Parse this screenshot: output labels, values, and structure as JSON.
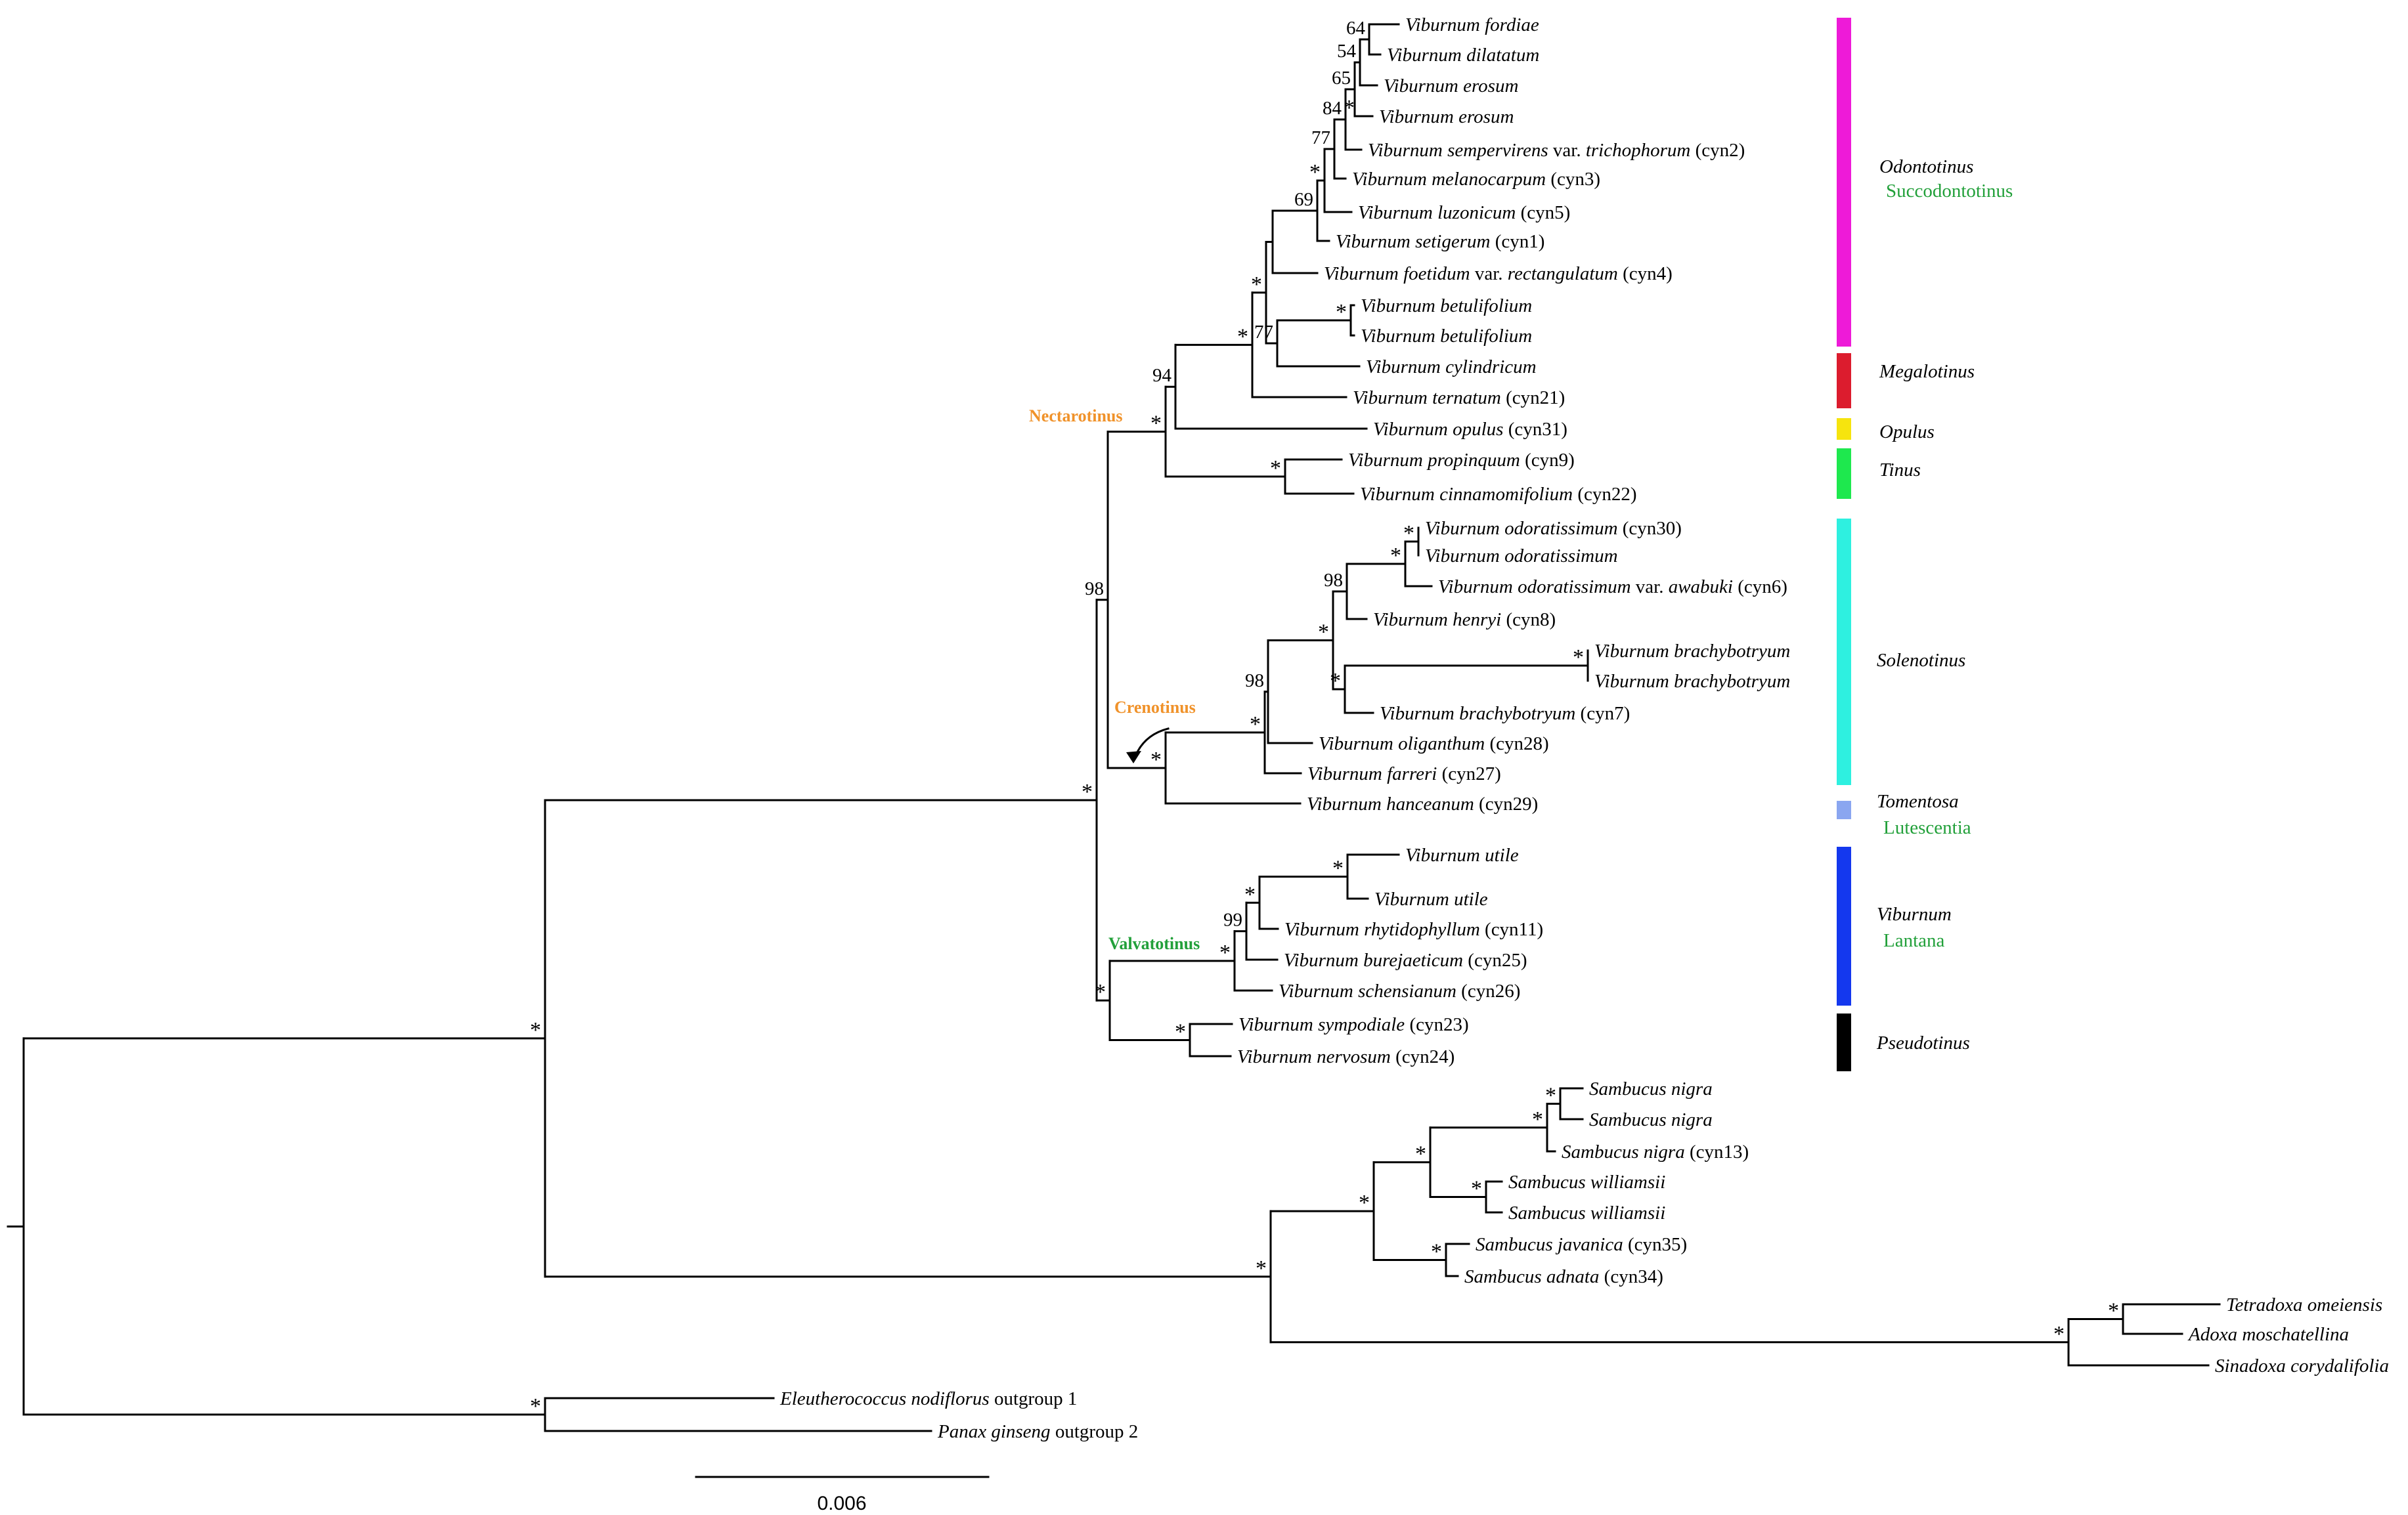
{
  "tips": [
    {
      "id": "t1",
      "name": "Viburnum fordiae",
      "suffix": ""
    },
    {
      "id": "t2",
      "name": "Viburnum dilatatum",
      "suffix": ""
    },
    {
      "id": "t3",
      "name": "Viburnum erosum",
      "suffix": ""
    },
    {
      "id": "t4",
      "name": "Viburnum erosum",
      "suffix": ""
    },
    {
      "id": "t5",
      "name": "Viburnum sempervirens",
      "mid": " var. ",
      "name2": "trichophorum",
      "suffix": " (cyn2)"
    },
    {
      "id": "t6",
      "name": "Viburnum melanocarpum",
      "suffix": " (cyn3)"
    },
    {
      "id": "t7",
      "name": "Viburnum luzonicum",
      "suffix": " (cyn5)"
    },
    {
      "id": "t8",
      "name": "Viburnum setigerum",
      "suffix": " (cyn1)"
    },
    {
      "id": "t9",
      "name": "Viburnum foetidum",
      "mid": " var. ",
      "name2": "rectangulatum",
      "suffix": " (cyn4)"
    },
    {
      "id": "t10",
      "name": "Viburnum betulifolium",
      "suffix": ""
    },
    {
      "id": "t11",
      "name": "Viburnum betulifolium",
      "suffix": ""
    },
    {
      "id": "t12",
      "name": "Viburnum cylindricum",
      "suffix": ""
    },
    {
      "id": "t13",
      "name": "Viburnum ternatum",
      "suffix": " (cyn21)"
    },
    {
      "id": "t14",
      "name": "Viburnum opulus",
      "suffix": " (cyn31)"
    },
    {
      "id": "t15",
      "name": "Viburnum propinquum",
      "suffix": " (cyn9)"
    },
    {
      "id": "t16",
      "name": "Viburnum cinnamomifolium",
      "suffix": " (cyn22)"
    },
    {
      "id": "t17",
      "name": "Viburnum odoratissimum",
      "suffix": " (cyn30)"
    },
    {
      "id": "t18",
      "name": "Viburnum odoratissimum",
      "suffix": ""
    },
    {
      "id": "t19",
      "name": "Viburnum odoratissimum",
      "mid": " var. ",
      "name2": "awabuki",
      "suffix": " (cyn6)"
    },
    {
      "id": "t20",
      "name": "Viburnum henryi",
      "suffix": " (cyn8)"
    },
    {
      "id": "t21",
      "name": "Viburnum brachybotryum",
      "suffix": ""
    },
    {
      "id": "t22",
      "name": "Viburnum brachybotryum",
      "suffix": ""
    },
    {
      "id": "t23",
      "name": "Viburnum brachybotryum",
      "suffix": " (cyn7)"
    },
    {
      "id": "t24",
      "name": "Viburnum oliganthum",
      "suffix": " (cyn28)"
    },
    {
      "id": "t25",
      "name": "Viburnum farreri",
      "suffix": " (cyn27)"
    },
    {
      "id": "t26",
      "name": "Viburnum hanceanum",
      "suffix": " (cyn29)"
    },
    {
      "id": "t27",
      "name": "Viburnum utile",
      "suffix": ""
    },
    {
      "id": "t28",
      "name": "Viburnum utile",
      "suffix": ""
    },
    {
      "id": "t29",
      "name": "Viburnum rhytidophyllum",
      "suffix": " (cyn11)"
    },
    {
      "id": "t30",
      "name": "Viburnum burejaeticum",
      "suffix": " (cyn25)"
    },
    {
      "id": "t31",
      "name": "Viburnum schensianum",
      "suffix": " (cyn26)"
    },
    {
      "id": "t32",
      "name": "Viburnum sympodiale",
      "suffix": " (cyn23)"
    },
    {
      "id": "t33",
      "name": "Viburnum nervosum",
      "suffix": " (cyn24)"
    },
    {
      "id": "t34",
      "name": "Sambucus nigra",
      "suffix": ""
    },
    {
      "id": "t35",
      "name": "Sambucus nigra",
      "suffix": ""
    },
    {
      "id": "t36",
      "name": "Sambucus nigra",
      "suffix": " (cyn13)"
    },
    {
      "id": "t37",
      "name": "Sambucus williamsii",
      "suffix": ""
    },
    {
      "id": "t38",
      "name": "Sambucus williamsii",
      "suffix": ""
    },
    {
      "id": "t39",
      "name": "Sambucus javanica",
      "suffix": " (cyn35)"
    },
    {
      "id": "t40",
      "name": "Sambucus adnata",
      "suffix": " (cyn34)"
    },
    {
      "id": "t41",
      "name": "Tetradoxa omeiensis",
      "suffix": ""
    },
    {
      "id": "t42",
      "name": "Adoxa moschatellina",
      "suffix": ""
    },
    {
      "id": "t43",
      "name": "Sinadoxa corydalifolia",
      "suffix": ""
    },
    {
      "id": "t44",
      "name": "Eleutherococcus nodiflorus",
      "suffix": " outgroup 1"
    },
    {
      "id": "t45",
      "name": "Panax ginseng",
      "suffix": " outgroup 2"
    }
  ],
  "support": [
    {
      "node": "n_fd",
      "text": "64"
    },
    {
      "node": "n_fde",
      "text": "54"
    },
    {
      "node": "n_er",
      "text": "*"
    },
    {
      "node": "n_c4",
      "text": "65"
    },
    {
      "node": "n_c5",
      "text": "84"
    },
    {
      "node": "n_c6",
      "text": "77"
    },
    {
      "node": "n_c7",
      "text": "*"
    },
    {
      "node": "n_c8",
      "text": "69"
    },
    {
      "node": "n_bet",
      "text": "*"
    },
    {
      "node": "n_bc",
      "text": "77"
    },
    {
      "node": "n_od1",
      "text": "*"
    },
    {
      "node": "n_od2",
      "text": "*"
    },
    {
      "node": "n_tin",
      "text": "*"
    },
    {
      "node": "n_op",
      "text": "94"
    },
    {
      "node": "n_nect",
      "text": "*"
    },
    {
      "node": "n_o1",
      "text": "*"
    },
    {
      "node": "n_o2",
      "text": "*"
    },
    {
      "node": "n_o3",
      "text": "98"
    },
    {
      "node": "n_br1",
      "text": "*"
    },
    {
      "node": "n_br",
      "text": "*"
    },
    {
      "node": "n_so1",
      "text": "*"
    },
    {
      "node": "n_so2",
      "text": "98"
    },
    {
      "node": "n_so3",
      "text": "*"
    },
    {
      "node": "n_cren",
      "text": "*"
    },
    {
      "node": "n_nc",
      "text": "98"
    },
    {
      "node": "n_ut",
      "text": "*"
    },
    {
      "node": "n_la1",
      "text": "*"
    },
    {
      "node": "n_la2",
      "text": "99"
    },
    {
      "node": "n_la3",
      "text": "*"
    },
    {
      "node": "n_ps",
      "text": "*"
    },
    {
      "node": "n_valv",
      "text": "*"
    },
    {
      "node": "n_vib",
      "text": "*"
    },
    {
      "node": "n_ni1",
      "text": "*"
    },
    {
      "node": "n_ni2",
      "text": "*"
    },
    {
      "node": "n_wi",
      "text": "*"
    },
    {
      "node": "n_sa1",
      "text": "*"
    },
    {
      "node": "n_ja",
      "text": "*"
    },
    {
      "node": "n_sa2",
      "text": "*"
    },
    {
      "node": "n_td",
      "text": "*"
    },
    {
      "node": "n_ad",
      "text": "*"
    },
    {
      "node": "n_sad",
      "text": "*"
    },
    {
      "node": "n_ing",
      "text": "*"
    },
    {
      "node": "n_out",
      "text": "*"
    }
  ],
  "node_labels": [
    {
      "id": "nectarotinus",
      "text": "Nectarotinus",
      "color": "#f0922a"
    },
    {
      "id": "crenotinus",
      "text": "Crenotinus",
      "color": "#f0922a"
    },
    {
      "id": "valvatotinus",
      "text": "Valvatotinus",
      "color": "#22a03a"
    }
  ],
  "clades": [
    {
      "id": "odontotinus",
      "label": "Odontotinus",
      "sub": "Succodontotinus",
      "color": "#ee1ad8"
    },
    {
      "id": "megalotinus",
      "label": "Megalotinus",
      "sub": "",
      "color": "#dc1c2e"
    },
    {
      "id": "opulus",
      "label": "Opulus",
      "sub": "",
      "color": "#f6e40e"
    },
    {
      "id": "tinus",
      "label": "Tinus",
      "sub": "",
      "color": "#1ee84e"
    },
    {
      "id": "solenotinus",
      "label": "Solenotinus",
      "sub": "",
      "color": "#2ef0e0"
    },
    {
      "id": "tomentosa",
      "label": "Tomentosa",
      "sub": "Lutescentia",
      "color": "#8aa6f0"
    },
    {
      "id": "viburnum",
      "label": "Viburnum",
      "sub": "Lantana",
      "color": "#1438ee"
    },
    {
      "id": "pseudotinus",
      "label": "Pseudotinus",
      "sub": "",
      "color": "#000000"
    }
  ],
  "scale_bar": {
    "label": "0.006"
  }
}
